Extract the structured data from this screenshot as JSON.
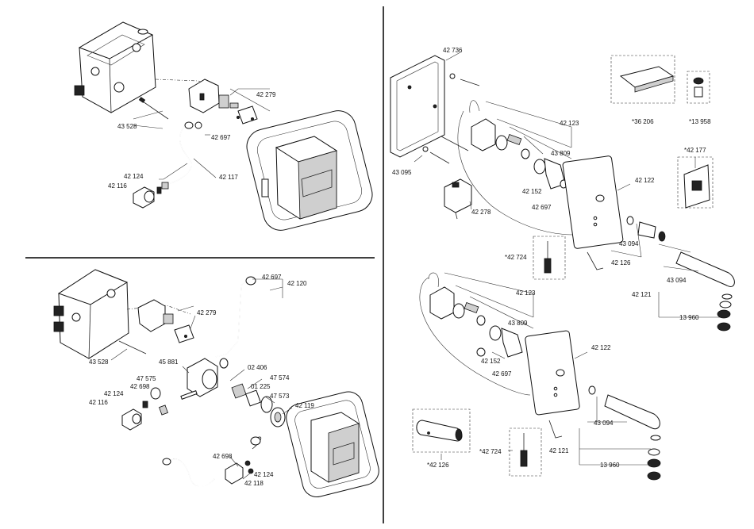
{
  "labels": {
    "tl_42279": "42 279",
    "tl_43528": "43 528",
    "tl_42697": "42 697",
    "tl_42124": "42 124",
    "tl_42116": "42 116",
    "tl_42117": "42 117",
    "bl_42697": "42 697",
    "bl_42120": "42 120",
    "bl_42279": "42 279",
    "bl_43528": "43 528",
    "bl_45881": "45 881",
    "bl_02406": "02 406",
    "bl_47575": "47 575",
    "bl_42698a": "42 698",
    "bl_42124a": "42 124",
    "bl_42116": "42 116",
    "bl_01225": "01 225",
    "bl_47574": "47 574",
    "bl_47573": "47 573",
    "bl_42119": "42 119",
    "bl_42698b": "42 698",
    "bl_42124b": "42 124",
    "bl_42118": "42 118",
    "r_42736": "42 736",
    "r_36206": "*36 206",
    "r_13958": "*13 958",
    "r_42123a": "42 123",
    "r_43809a": "43 809",
    "r_43095": "43 095",
    "r_42152a": "42 152",
    "r_42697a": "42 697",
    "r_42122a": "42 122",
    "r_42177": "*42 177",
    "r_42278": "42 278",
    "r_43094a": "43 094",
    "r_42126": "42 126",
    "r_42724a": "*42 724",
    "r_43094b": "43 094",
    "r_42121a": "42 121",
    "r_13960a": "13 960",
    "r_42123b": "42 123",
    "r_43809b": "43 809",
    "r_42152b": "42 152",
    "r_42697b": "42 697",
    "r_42122b": "42 122",
    "r_43094c": "43 094",
    "r_42126b": "*42 126",
    "r_42724b": "*42 724",
    "r_42121b": "42 121",
    "r_13960b": "13 960"
  }
}
